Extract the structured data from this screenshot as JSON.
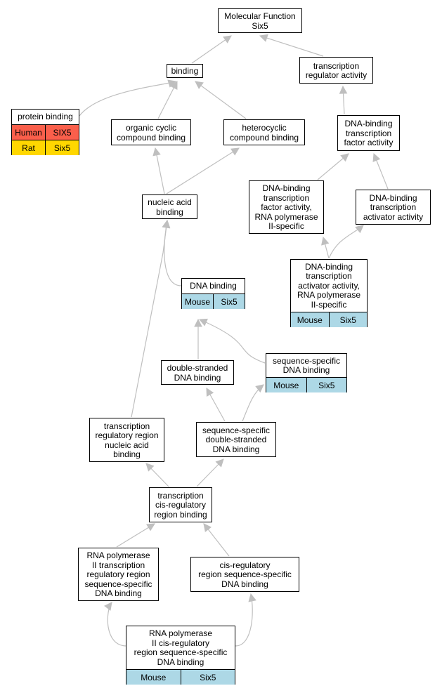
{
  "colors": {
    "edge": "#bfbfbf",
    "human": "#fa5f4b",
    "rat": "#ffd700",
    "mouse": "#add8e6"
  },
  "nodes": {
    "molecular_function": {
      "label": "Molecular Function\nSix5"
    },
    "binding": {
      "label": "binding"
    },
    "transcription_regulator_activity": {
      "label": "transcription\nregulator activity"
    },
    "protein_binding": {
      "label": "protein binding",
      "species": [
        {
          "species": "Human",
          "gene": "SIX5",
          "color_key": "human"
        },
        {
          "species": "Rat",
          "gene": "Six5",
          "color_key": "rat"
        }
      ]
    },
    "organic_cyclic_compound_binding": {
      "label": "organic cyclic\ncompound binding"
    },
    "heterocyclic_compound_binding": {
      "label": "heterocyclic\ncompound binding"
    },
    "dna_binding_transcription_factor_activity": {
      "label": "DNA-binding\ntranscription\nfactor activity"
    },
    "nucleic_acid_binding": {
      "label": "nucleic acid\nbinding"
    },
    "dna_binding_tf_activity_rnapii": {
      "label": "DNA-binding\ntranscription\nfactor activity,\nRNA polymerase\nII-specific"
    },
    "dna_binding_transcription_activator_activity": {
      "label": "DNA-binding\ntranscription\nactivator activity"
    },
    "dna_binding_ta_activity_rnapii": {
      "label": "DNA-binding\ntranscription\nactivator activity,\nRNA polymerase\nII-specific",
      "species": [
        {
          "species": "Mouse",
          "gene": "Six5",
          "color_key": "mouse"
        }
      ]
    },
    "dna_binding": {
      "label": "DNA binding",
      "species": [
        {
          "species": "Mouse",
          "gene": "Six5",
          "color_key": "mouse"
        }
      ]
    },
    "double_stranded_dna_binding": {
      "label": "double-stranded\nDNA binding"
    },
    "sequence_specific_dna_binding": {
      "label": "sequence-specific\nDNA binding",
      "species": [
        {
          "species": "Mouse",
          "gene": "Six5",
          "color_key": "mouse"
        }
      ]
    },
    "transcription_regulatory_region_nucleic_acid_binding": {
      "label": "transcription\nregulatory region\nnucleic acid\nbinding"
    },
    "sequence_specific_ds_dna_binding": {
      "label": "sequence-specific\ndouble-stranded\nDNA binding"
    },
    "transcription_cis_regulatory_region_binding": {
      "label": "transcription\ncis-regulatory\nregion binding"
    },
    "rnapii_transcription_regulatory_region_ss_dna_binding": {
      "label": "RNA polymerase\nII transcription\nregulatory region\nsequence-specific\nDNA binding"
    },
    "cis_regulatory_region_ss_dna_binding": {
      "label": "cis-regulatory\nregion sequence-specific\nDNA binding"
    },
    "rnapii_cis_regulatory_region_ss_dna_binding": {
      "label": "RNA polymerase\nII cis-regulatory\nregion sequence-specific\nDNA binding",
      "species": [
        {
          "species": "Mouse",
          "gene": "Six5",
          "color_key": "mouse"
        }
      ]
    }
  },
  "edges": [
    {
      "from": "binding",
      "to": "molecular_function"
    },
    {
      "from": "transcription_regulator_activity",
      "to": "molecular_function"
    },
    {
      "from": "protein_binding",
      "to": "binding"
    },
    {
      "from": "organic_cyclic_compound_binding",
      "to": "binding"
    },
    {
      "from": "heterocyclic_compound_binding",
      "to": "binding"
    },
    {
      "from": "dna_binding_transcription_factor_activity",
      "to": "transcription_regulator_activity"
    },
    {
      "from": "nucleic_acid_binding",
      "to": "organic_cyclic_compound_binding"
    },
    {
      "from": "nucleic_acid_binding",
      "to": "heterocyclic_compound_binding"
    },
    {
      "from": "dna_binding_tf_activity_rnapii",
      "to": "dna_binding_transcription_factor_activity"
    },
    {
      "from": "dna_binding_transcription_activator_activity",
      "to": "dna_binding_transcription_factor_activity"
    },
    {
      "from": "dna_binding_ta_activity_rnapii",
      "to": "dna_binding_tf_activity_rnapii"
    },
    {
      "from": "dna_binding_ta_activity_rnapii",
      "to": "dna_binding_transcription_activator_activity"
    },
    {
      "from": "dna_binding",
      "to": "nucleic_acid_binding"
    },
    {
      "from": "double_stranded_dna_binding",
      "to": "dna_binding"
    },
    {
      "from": "sequence_specific_dna_binding",
      "to": "dna_binding"
    },
    {
      "from": "transcription_regulatory_region_nucleic_acid_binding",
      "to": "nucleic_acid_binding"
    },
    {
      "from": "sequence_specific_ds_dna_binding",
      "to": "double_stranded_dna_binding"
    },
    {
      "from": "sequence_specific_ds_dna_binding",
      "to": "sequence_specific_dna_binding"
    },
    {
      "from": "transcription_cis_regulatory_region_binding",
      "to": "transcription_regulatory_region_nucleic_acid_binding"
    },
    {
      "from": "transcription_cis_regulatory_region_binding",
      "to": "sequence_specific_ds_dna_binding"
    },
    {
      "from": "rnapii_transcription_regulatory_region_ss_dna_binding",
      "to": "transcription_cis_regulatory_region_binding"
    },
    {
      "from": "cis_regulatory_region_ss_dna_binding",
      "to": "transcription_cis_regulatory_region_binding"
    },
    {
      "from": "rnapii_cis_regulatory_region_ss_dna_binding",
      "to": "rnapii_transcription_regulatory_region_ss_dna_binding"
    },
    {
      "from": "rnapii_cis_regulatory_region_ss_dna_binding",
      "to": "cis_regulatory_region_ss_dna_binding"
    }
  ]
}
